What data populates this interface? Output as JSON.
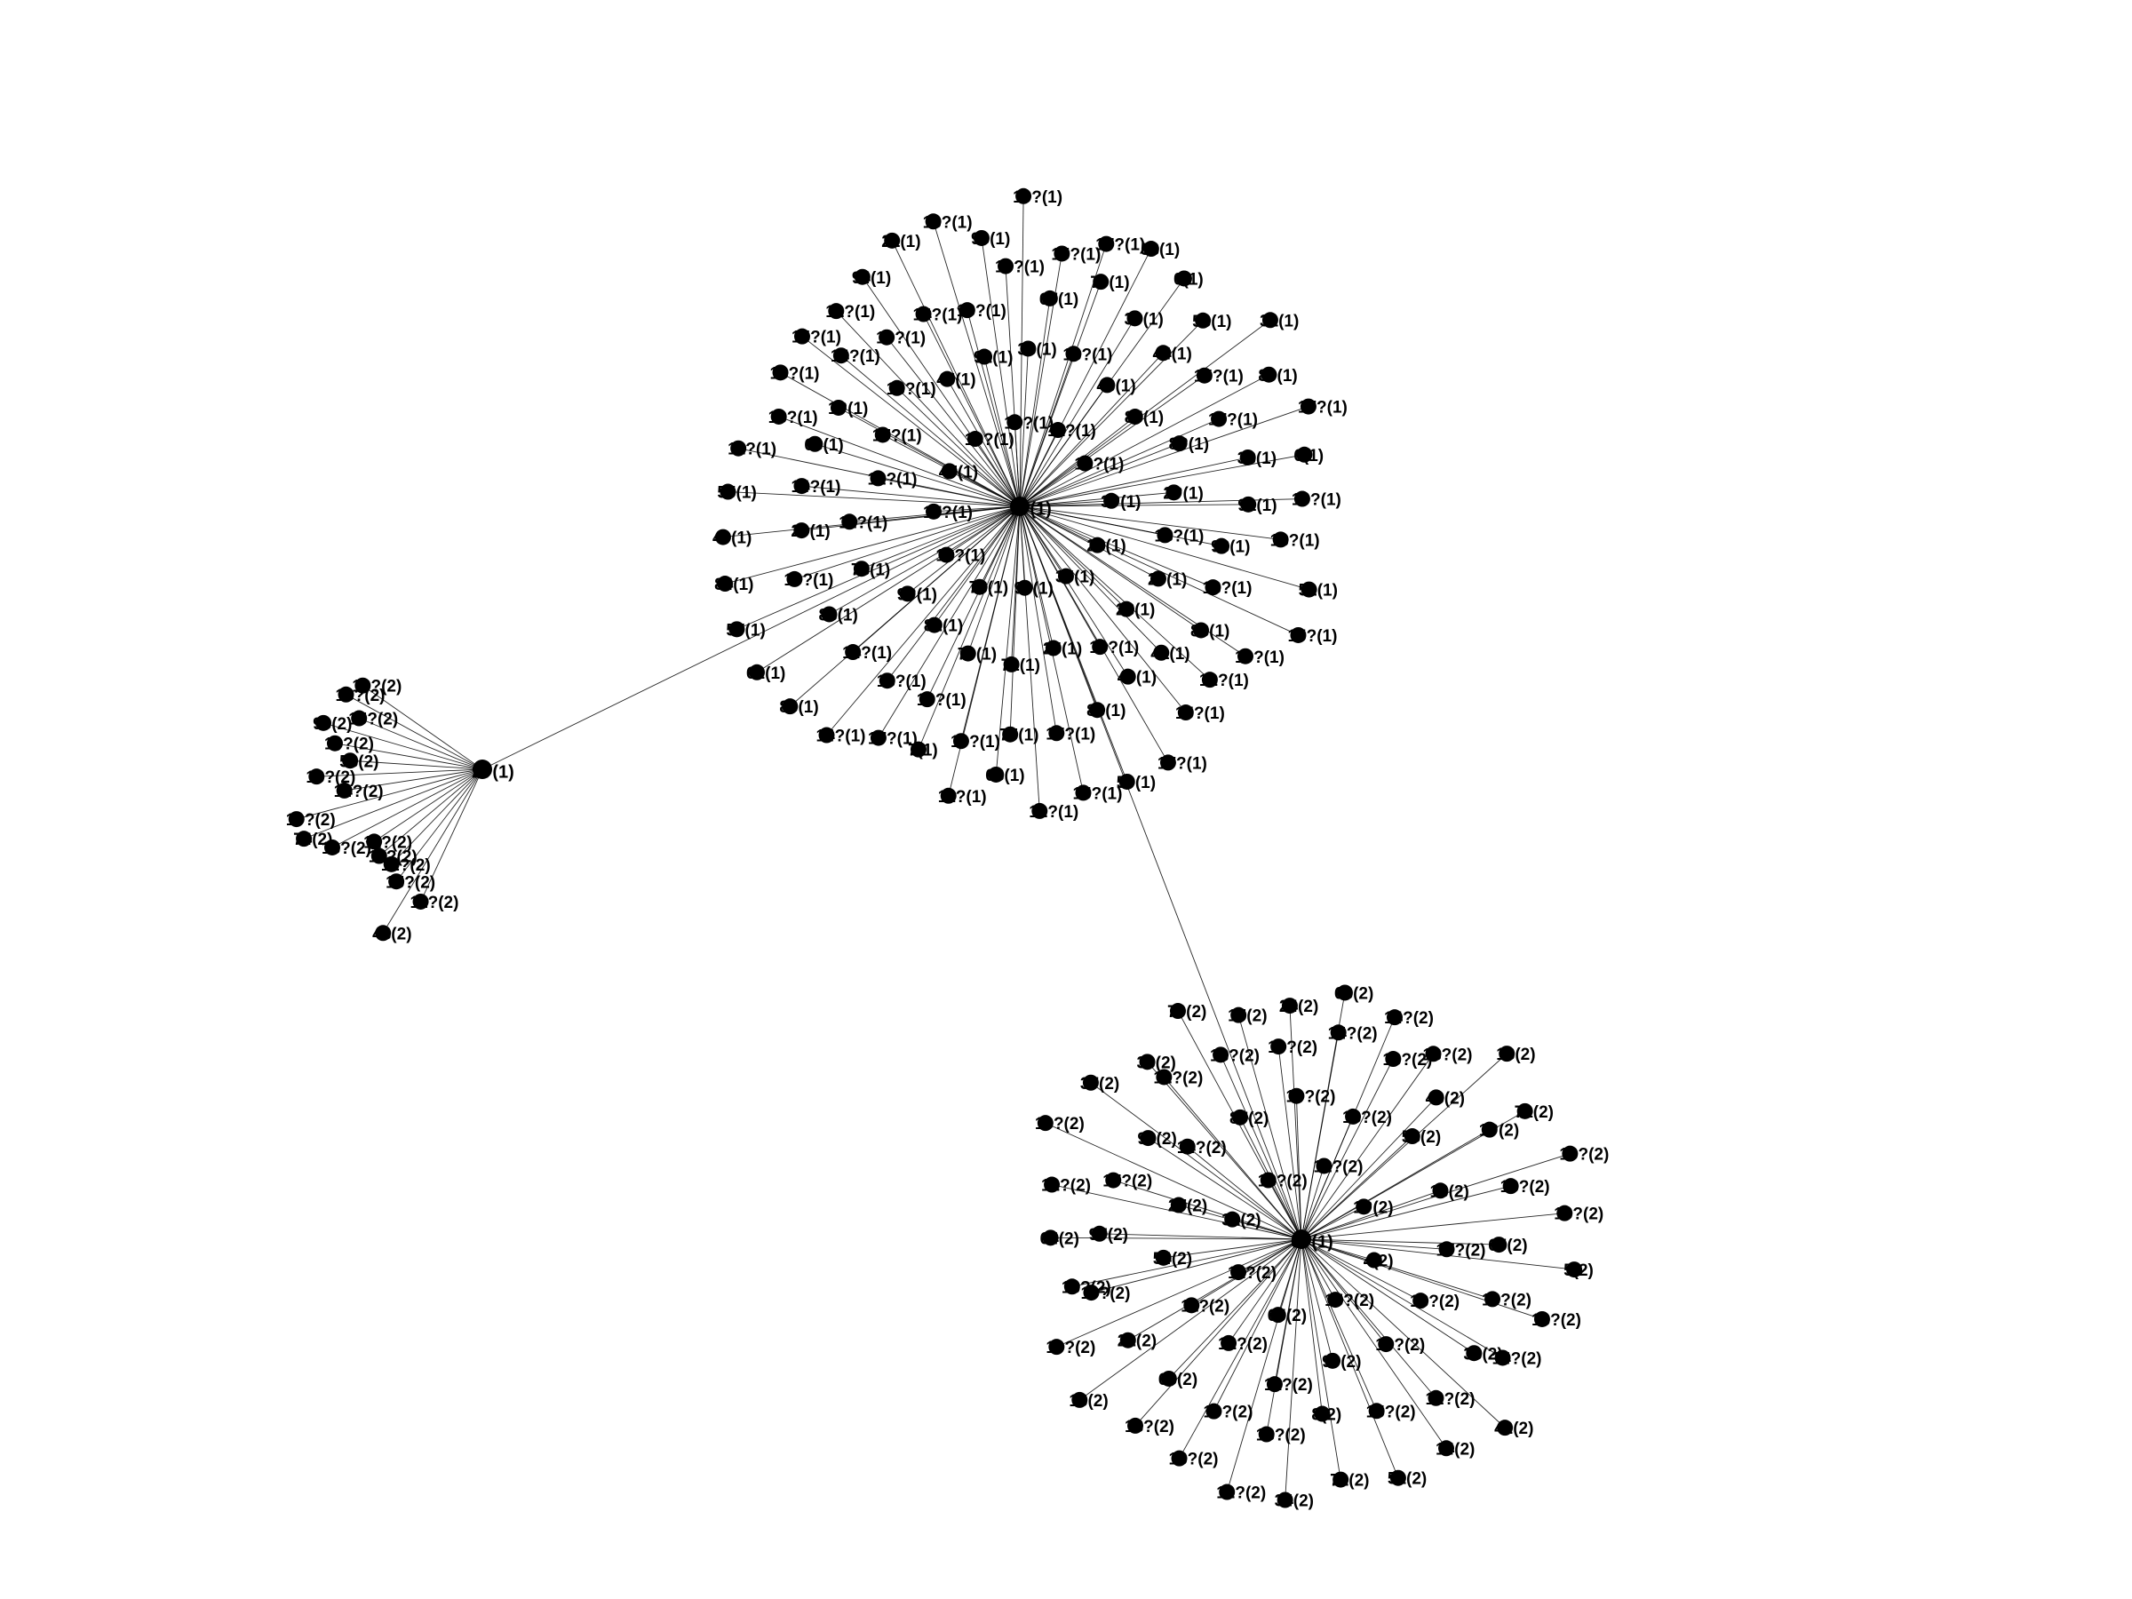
{
  "diagram": {
    "type": "network-graph",
    "colors": {
      "node": "#000000",
      "edge": "#000000",
      "background": "#ffffff"
    },
    "clusters": [
      {
        "id": "A",
        "hub_label": "1?(1)",
        "leaf_labels": [
          "17?(1)",
          "47(1)",
          "16?(1)",
          "19?(1)",
          "11?(1)",
          "18?(1)",
          "3?(1)",
          "23(1)",
          "35(1)",
          "99(1)",
          "73(1)",
          "13?(1)",
          "29(1)",
          "28(1)",
          "10?(1)",
          "25(1)",
          "71(1)",
          "70(1)",
          "82(1)",
          "9?(1)",
          "78(1)",
          "11?(1)",
          "12?(1)",
          "17?(1)",
          "13?(1)",
          "45(1)",
          "92(1)",
          "36(1)",
          "16?(1)",
          "43(1)",
          "85(1)",
          "8?(1)",
          "2?(1)",
          "18?(1)",
          "66(1)",
          "1?(1)",
          "14?(1)",
          "10?(1)",
          "14?(1)",
          "16?(1)",
          "19?(1)",
          "67(1)",
          "79(1)",
          "39(1)",
          "44(1)",
          "15?(1)",
          "17?(1)",
          "38(1)",
          "91(1)",
          "93(1)",
          "18?(1)",
          "83(1)",
          "41(1)",
          "40(1)",
          "83(1)",
          "17?(1)",
          "75(1)",
          "10?(1)",
          "19?(1)",
          "18?(1)",
          "14?(1)",
          "88(1)",
          "19?(1)",
          "20(1)",
          "14?(1)",
          "68(1)",
          "11?(1)",
          "7(1)",
          "17?(1)",
          "14?(1)",
          "86(1)",
          "62(1)",
          "57(1)",
          "84(1)",
          "49(1)",
          "55(1)",
          "11?(1)",
          "13?(1)",
          "16?(1)",
          "15?(1)",
          "12?(1)",
          "94(1)",
          "21(1)",
          "13?(1)",
          "96(1)",
          "10?(1)",
          "15?(1)",
          "17?(1)",
          "58(1)",
          "0(1)",
          "56(1)",
          "31(1)",
          "80(1)",
          "17?(1)",
          "6(1)",
          "10?(1)",
          "13?(1)",
          "52(1)",
          "15?(1)",
          "19?(1)",
          "12?(1)",
          "15?(1)",
          "17?(1)",
          "59(1)",
          "15?(1)",
          "12?(1)"
        ]
      },
      {
        "id": "B",
        "hub_label": "2?(1)",
        "leaf_labels": [
          "11?(2)",
          "48(2)",
          "15?(2)",
          "12?(2)",
          "11?(2)",
          "11?(2)",
          "18?(2)",
          "74(2)",
          "19?(2)",
          "14?(2)",
          "16?(2)",
          "53(2)",
          "10?(2)",
          "96(2)",
          "15?(2)",
          "16?(2)",
          "16?(2)"
        ]
      },
      {
        "id": "C",
        "hub_label": "0?(1)",
        "leaf_labels": [
          "65(2)",
          "11?(2)",
          "32(2)",
          "18?(2)",
          "12?(2)",
          "1?(2)",
          "4(2)",
          "15?(2)",
          "54(2)",
          "27(2)",
          "14?(2)",
          "87(2)",
          "19?(2)",
          "13?(2)",
          "58(2)",
          "13(2)",
          "17?(2)",
          "13?(2)",
          "10?(2)",
          "99(2)",
          "11?(2)",
          "12?(2)",
          "11?(2)",
          "15?(2)",
          "8(2)",
          "18?(2)",
          "10?(2)",
          "66(2)",
          "22(2)",
          "19?(2)",
          "97(2)",
          "17?(2)",
          "93(2)",
          "12?(2)",
          "18?(2)",
          "19?(2)",
          "14?(2)",
          "13?(2)",
          "46(2)",
          "1?(2)",
          "16?(2)",
          "65(2)",
          "19?(2)",
          "33(2)",
          "12?(2)",
          "71(2)",
          "16?(2)",
          "16?(2)",
          "5(2)",
          "13?(2)",
          "14?(2)",
          "42(2)",
          "14(2)",
          "51(2)",
          "72(2)",
          "34(2)",
          "12?(2)",
          "13?(2)",
          "18?(2)",
          "13(2)",
          "10?(2)",
          "13?(2)",
          "64(2)",
          "12?(2)",
          "16?(2)",
          "37(2)",
          "36(2)",
          "79(2)",
          "15(2)",
          "24(2)",
          "63(2)",
          "14?(2)",
          "18?(2)",
          "18(2)"
        ]
      }
    ],
    "hub_links": [
      [
        "A",
        "B"
      ],
      [
        "A",
        "C"
      ]
    ]
  }
}
